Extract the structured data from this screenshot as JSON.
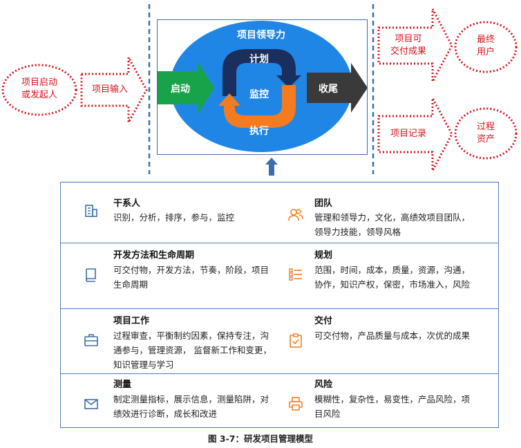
{
  "diagram": {
    "initiator": "项目启动\n或发起人",
    "project_input": "项目输入",
    "leadership": "项目领导力",
    "start": "启动",
    "plan": "计划",
    "monitor": "监控",
    "execute": "执行",
    "close": "收尾",
    "deliverables": "项目可\n交付成果",
    "end_user": "最终\n用户",
    "records": "项目记录",
    "process_assets": "过程\n资产"
  },
  "domains": [
    {
      "title": "干系人",
      "body": "识别，分析，排序，参与，监控",
      "icon": "building-icon"
    },
    {
      "title": "团队",
      "body": "管理和领导力，文化，高绩效项目团队，领导力技能，领导风格",
      "icon": "people-icon"
    },
    {
      "title": "开发方法和生命周期",
      "body": "可交付物，开发方法，节奏，阶段，项目生命周期",
      "icon": "book-icon"
    },
    {
      "title": "规划",
      "body": "范围，时间，成本，质量，资源，沟通，协作，知识产权，保密，市场准入，风险",
      "icon": "list-icon"
    },
    {
      "title": "项目工作",
      "body": "过程审查，平衡制约因素，保持专注，沟通参与，管理资源， 监督新工作和变更，知识管理与学习",
      "icon": "briefcase-icon"
    },
    {
      "title": "交付",
      "body": "可交付物，产品质量与成本，次优的成果",
      "icon": "clipboard-check-icon"
    },
    {
      "title": "测量",
      "body": "制定测量指标，展示信息，测量陷阱，对绩效进行诊断，成长和改进",
      "icon": "envelope-icon"
    },
    {
      "title": "风险",
      "body": "模糊性，复杂性，易变性，产品风险，项目风险",
      "icon": "printer-icon"
    }
  ],
  "caption": "图 3-7：研发项目管理模型",
  "colors": {
    "blue": "#1f86e6",
    "green": "#18a34a",
    "orange": "#f47b20",
    "navy": "#1a2f5e",
    "dark": "#3a3a3a",
    "red": "#d9141c",
    "border": "#4b7cb8"
  }
}
